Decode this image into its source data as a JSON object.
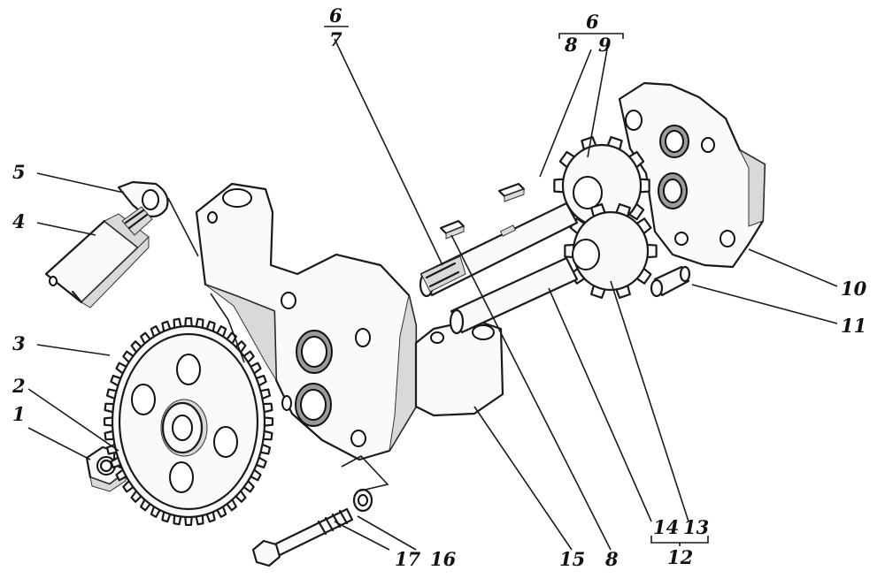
{
  "labels": {
    "l1": "1",
    "l2": "2",
    "l3": "3",
    "l4": "4",
    "l5": "5",
    "l6a": "6",
    "l7": "7",
    "l6b": "6",
    "l8a": "8",
    "l9": "9",
    "l10": "10",
    "l11": "11",
    "l14": "14",
    "l13": "13",
    "l12": "12",
    "l8b": "8",
    "l15": "15",
    "l16": "16",
    "l17": "17"
  }
}
